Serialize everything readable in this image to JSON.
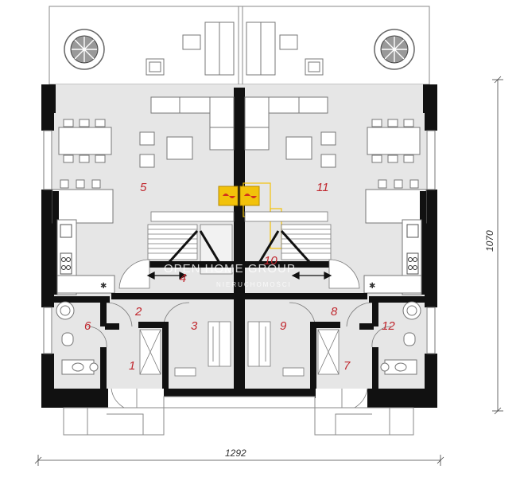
{
  "rooms": [
    {
      "id": "r5",
      "label": "5"
    },
    {
      "id": "r11",
      "label": "11"
    },
    {
      "id": "r4",
      "label": "4"
    },
    {
      "id": "r10",
      "label": "10"
    },
    {
      "id": "r2",
      "label": "2"
    },
    {
      "id": "r3",
      "label": "3"
    },
    {
      "id": "r9",
      "label": "9"
    },
    {
      "id": "r8",
      "label": "8"
    },
    {
      "id": "r6",
      "label": "6"
    },
    {
      "id": "r12",
      "label": "12"
    },
    {
      "id": "r1",
      "label": "1"
    },
    {
      "id": "r7",
      "label": "7"
    }
  ],
  "dimensions": {
    "width_label": "1292",
    "height_label": "1070"
  },
  "watermark": {
    "line1": "OPEN HOME GROUP",
    "line2": "NIERUCHOMOŚCI"
  },
  "colors": {
    "wall": "#111111",
    "floor": "#e6e6e6",
    "outline": "#8a8a8a",
    "room_label": "#c0262d",
    "fireplace": "#f2c20a"
  }
}
